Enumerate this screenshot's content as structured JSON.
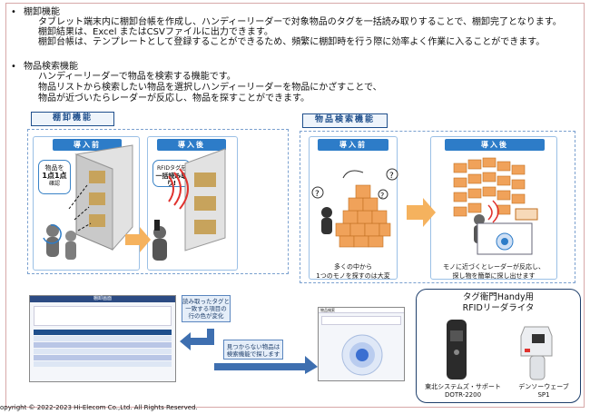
{
  "bullet_symbol": "•",
  "section1": {
    "heading": "棚卸機能",
    "lines": [
      "タブレット端末内に棚卸台帳を作成し、ハンディーリーダーで対象物品のタグを一括読み取りすることで、棚卸完了となります。",
      "棚卸結果は、Excel またはCSVファイルに出力できます。",
      "棚卸台帳は、テンプレートとして登録することができるため、頻繁に棚卸時を行う際に効率よく作業に入ることができます。"
    ]
  },
  "section2": {
    "heading": "物品検索機能",
    "lines": [
      "ハンディーリーダーで物品を検索する機能です。",
      "物品リストから検索したい物品を選択しハンディーリーダーを物品にかざすことで、",
      "物品が近づいたらレーダーが反応し、物品を探すことができます。"
    ]
  },
  "inventory": {
    "title": "棚卸機能",
    "before_label": "導入前",
    "after_label": "導入後",
    "bubble_before": [
      "物品を",
      "1点1点",
      "確認"
    ],
    "bubble_after": [
      "RFIDタグを",
      "一括読み取り!"
    ]
  },
  "search": {
    "title": "物品検索機能",
    "before_label": "導入前",
    "after_label": "導入後",
    "caption_before": [
      "多くの中から",
      "1つのモノを探すのは大変"
    ],
    "caption_after": [
      "モノに近づくとレーダーが反応し、",
      "探し物を簡単に探し出せます"
    ]
  },
  "notes": {
    "read_tags": [
      "読み取ったタグと",
      "一致する項目の",
      "行の色が変化"
    ],
    "not_found": [
      "見つからない物品は",
      "検索機能で探します"
    ]
  },
  "screens": {
    "inventory_title": "棚卸画面",
    "search_title": "物品検索"
  },
  "devices": {
    "title_line1": "タグ衛門Handy用",
    "title_line2": "RFIDリーダライタ",
    "device1_name": [
      "東北システムズ・サポート",
      "DOTR-2200"
    ],
    "device2_name": [
      "デンソーウェーブ",
      "SP1"
    ]
  },
  "copyright": "opyright © 2022-2023 Hi-Elecom Co.,Ltd. All Rights Reserved.",
  "colors": {
    "accent_blue": "#2d7cc8",
    "badge_border": "#1f4f8c",
    "box_orange": "#f0a25a",
    "arrow_orange": "#f5b25e",
    "arrow_blue": "#3e6fb0",
    "radar_red": "#e0322e"
  }
}
